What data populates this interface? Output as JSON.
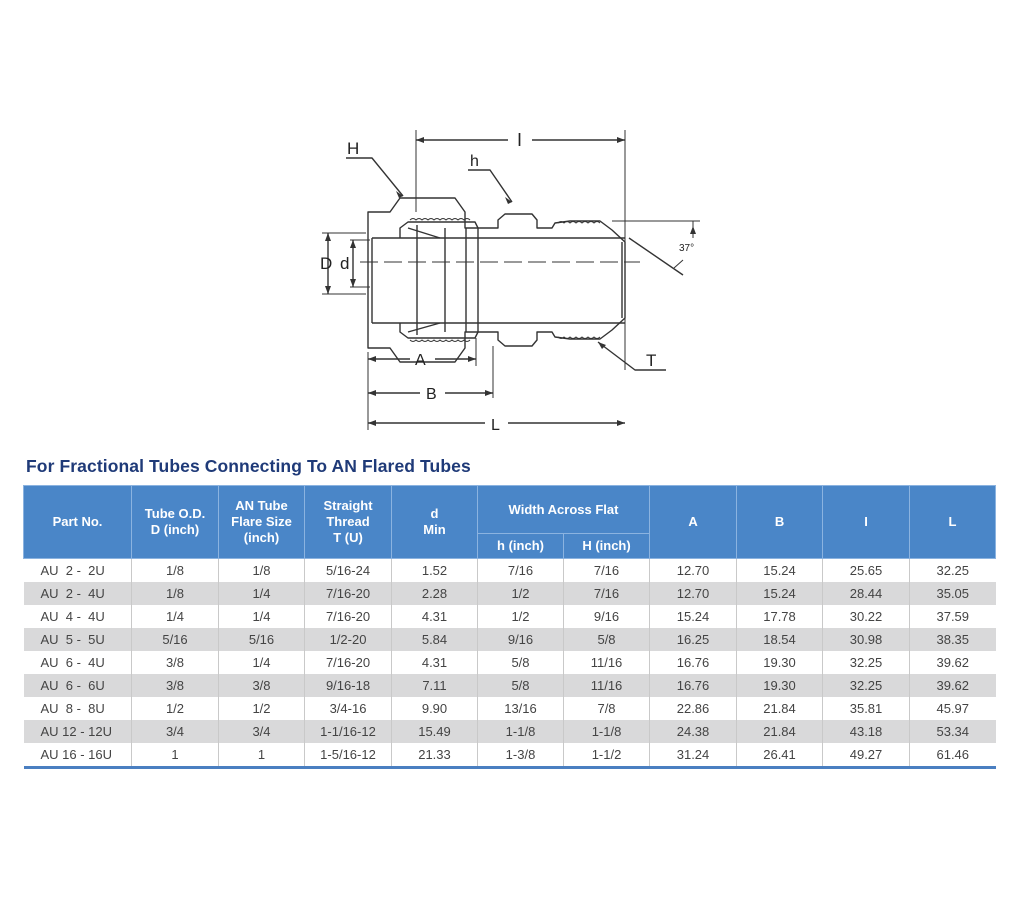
{
  "diagram": {
    "labels": {
      "H": "H",
      "h": "h",
      "I": "I",
      "D": "D",
      "d": "d",
      "angle": "37°",
      "T": "T",
      "A": "A",
      "B": "B",
      "L": "L"
    }
  },
  "title": "For Fractional  Tubes Connecting To AN Flared Tubes",
  "table": {
    "headers": {
      "part_no": "Part No.",
      "tube_od": [
        "Tube O.D.",
        "D (inch)"
      ],
      "an_tube": [
        "AN Tube",
        "Flare Size",
        "(inch)"
      ],
      "straight_thread": [
        "Straight",
        "Thread",
        "T (U)"
      ],
      "d_min": [
        "d",
        "Min"
      ],
      "width_across_flat": "Width Across Flat",
      "h_inch": "h (inch)",
      "H_inch": "H (inch)",
      "A": "A",
      "B": "B",
      "I": "I",
      "L": "L"
    },
    "rows": [
      [
        "AU  2 -  2U",
        "1/8",
        "1/8",
        "5/16-24",
        "1.52",
        "7/16",
        "7/16",
        "12.70",
        "15.24",
        "25.65",
        "32.25"
      ],
      [
        "AU  2 -  4U",
        "1/8",
        "1/4",
        "7/16-20",
        "2.28",
        "1/2",
        "7/16",
        "12.70",
        "15.24",
        "28.44",
        "35.05"
      ],
      [
        "AU  4 -  4U",
        "1/4",
        "1/4",
        "7/16-20",
        "4.31",
        "1/2",
        "9/16",
        "15.24",
        "17.78",
        "30.22",
        "37.59"
      ],
      [
        "AU  5 -  5U",
        "5/16",
        "5/16",
        "1/2-20",
        "5.84",
        "9/16",
        "5/8",
        "16.25",
        "18.54",
        "30.98",
        "38.35"
      ],
      [
        "AU  6 -  4U",
        "3/8",
        "1/4",
        "7/16-20",
        "4.31",
        "5/8",
        "11/16",
        "16.76",
        "19.30",
        "32.25",
        "39.62"
      ],
      [
        "AU  6 -  6U",
        "3/8",
        "3/8",
        "9/16-18",
        "7.11",
        "5/8",
        "11/16",
        "16.76",
        "19.30",
        "32.25",
        "39.62"
      ],
      [
        "AU  8 -  8U",
        "1/2",
        "1/2",
        "3/4-16",
        "9.90",
        "13/16",
        "7/8",
        "22.86",
        "21.84",
        "35.81",
        "45.97"
      ],
      [
        "AU 12 - 12U",
        "3/4",
        "3/4",
        "1-1/16-12",
        "15.49",
        "1-1/8",
        "1-1/8",
        "24.38",
        "21.84",
        "43.18",
        "53.34"
      ],
      [
        "AU 16 - 16U",
        "1",
        "1",
        "1-5/16-12",
        "21.33",
        "1-3/8",
        "1-1/2",
        "31.24",
        "26.41",
        "49.27",
        "61.46"
      ]
    ]
  },
  "colors": {
    "header_bg": "#4a86c8",
    "title_text": "#1f3a78",
    "stripe_row": "#d9d9da",
    "bottom_rule": "#4a7fc1"
  }
}
